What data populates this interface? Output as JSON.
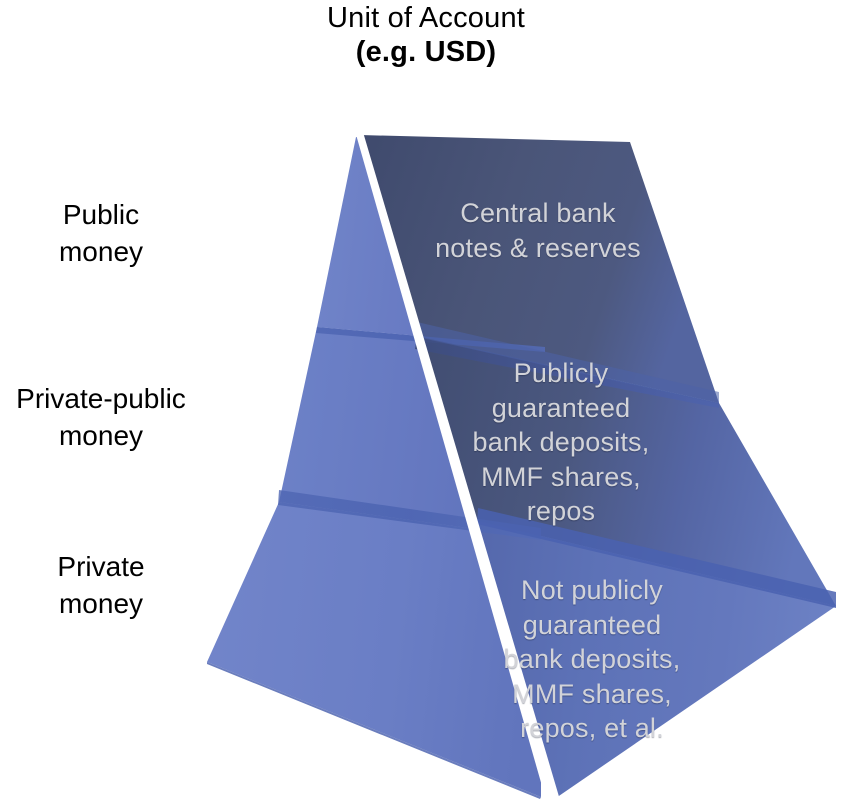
{
  "figure": {
    "type": "diagram",
    "subtype": "3d-pyramid-hierarchy",
    "title_line_1": "Unit of Account",
    "title_line_2": "(e.g. USD)"
  },
  "colors": {
    "front_face_top": "#4a5578",
    "front_face_mid": "#4f5b82",
    "front_face_bottom": "#6178bd",
    "left_face": "#6a7ec5",
    "left_face_shadow": "#5c72ba",
    "divider_line": "#ffffff",
    "tier_seam": "#4a62b0",
    "face_text": "#d2d3d8",
    "label_text": "#000000",
    "background": "#ffffff"
  },
  "tiers": [
    {
      "id": "public-money",
      "left_label": "Public\nmoney",
      "face_text": "Central bank\nnotes & reserves",
      "position": "top"
    },
    {
      "id": "private-public-money",
      "left_label": "Private-public\nmoney",
      "face_text": "Publicly\nguaranteed\nbank deposits,\nMMF shares,\nrepos",
      "position": "middle"
    },
    {
      "id": "private-money",
      "left_label": "Private\nmoney",
      "face_text": "Not publicly\nguaranteed\nbank deposits,\nMMF shares,\nrepos, et al.",
      "position": "bottom"
    }
  ]
}
